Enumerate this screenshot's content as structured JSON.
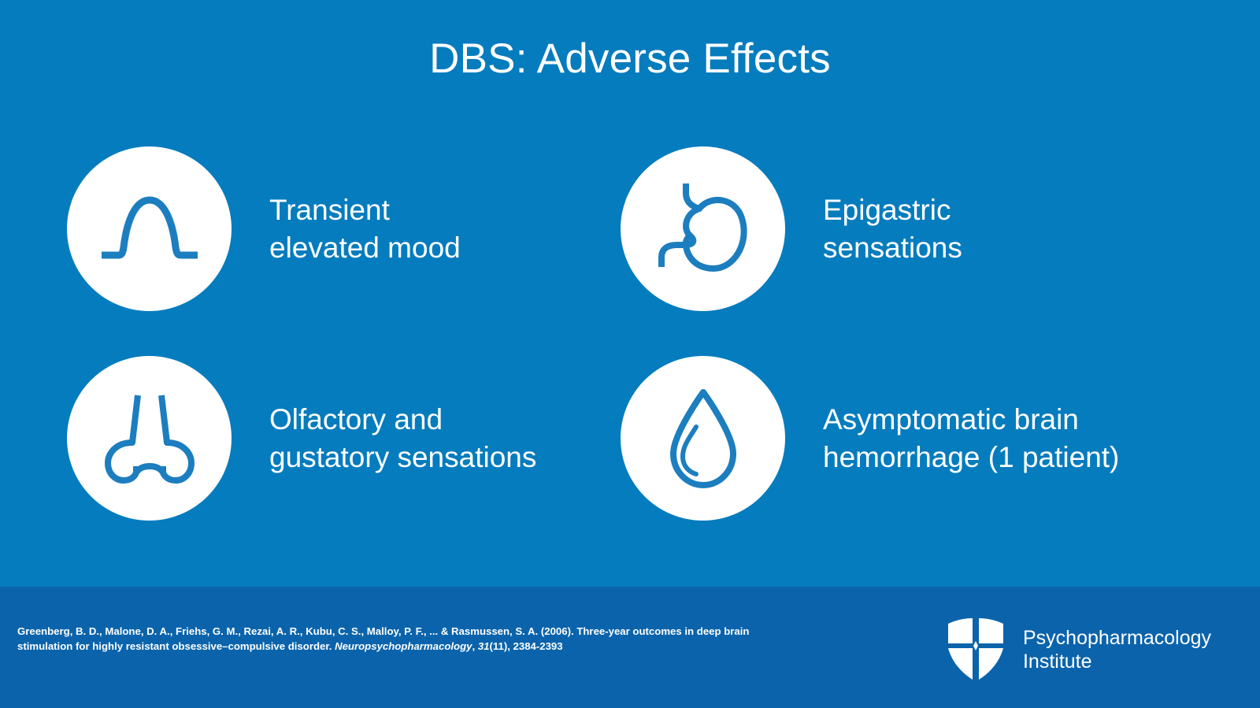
{
  "slide": {
    "title": "DBS: Adverse Effects",
    "background_color": "#057CBE",
    "footer_color": "#0B64AB",
    "icon_color": "#1C7EBF",
    "text_color": "#FFFFFF"
  },
  "items": [
    {
      "icon": "bell-curve-icon",
      "label": "Transient\nelevated mood"
    },
    {
      "icon": "stomach-icon",
      "label": "Epigastric\nsensations"
    },
    {
      "icon": "nose-icon",
      "label": "Olfactory and\ngustatory sensations"
    },
    {
      "icon": "blood-droplet-icon",
      "label": "Asymptomatic brain\nhemorrhage (1 patient)"
    }
  ],
  "footer": {
    "citation": {
      "part1": "Greenberg, B. D., Malone, D. A., Friehs, G. M., Rezai, A. R., Kubu, C. S., Malloy, P. F., ... & Rasmussen, S. A. (2006). Three-year outcomes in deep brain stimulation for highly resistant obsessive–compulsive disorder. ",
      "journal": "Neuropsychopharmacology",
      "part2": ", ",
      "volume": "31",
      "part3": "(11), 2384-2393"
    },
    "logo": {
      "mark": "shield-icon",
      "name": "Psychopharmacology\nInstitute"
    }
  }
}
